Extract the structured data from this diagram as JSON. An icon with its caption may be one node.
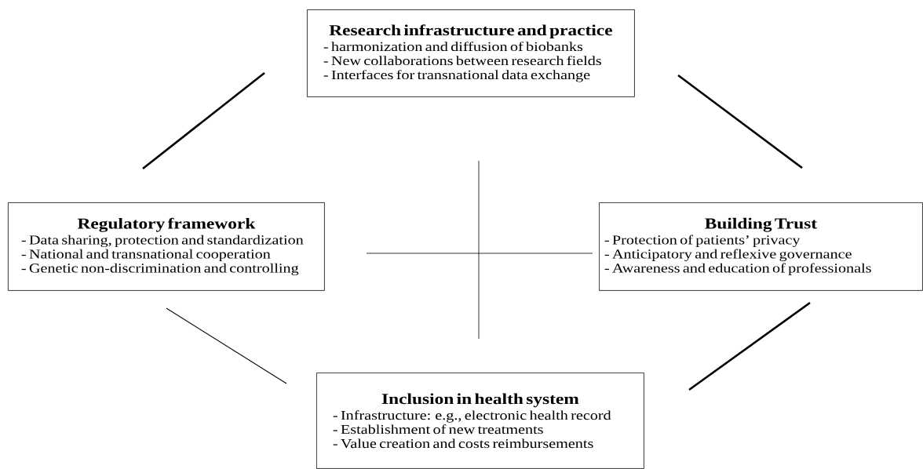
{
  "diagram": {
    "nodes": [
      {
        "text": [
          "Research infrastructure and practice",
          "- harmonization and diffusion of biobanks",
          "- New collaborations between research fields",
          "- Interfaces for transnational data exchange"
        ]
      },
      {
        "text": [
          "Regulatory framework",
          "- Data sharing, protection and standardization",
          "- National and transnational cooperation",
          "- Genetic non-discrimination and controlling"
        ]
      },
      {
        "text": [
          "Building Trust",
          "- Protection of patients’ privacy",
          "- Anticipatory and reflexive governance",
          "- Awareness and education of professionals"
        ]
      },
      {
        "text": [
          "Inclusion in health system",
          "- Infrastructure: e.g., electronic health record",
          "- Establishment of new treatments",
          "- Value creation and costs reimbursements"
        ]
      }
    ]
  }
}
